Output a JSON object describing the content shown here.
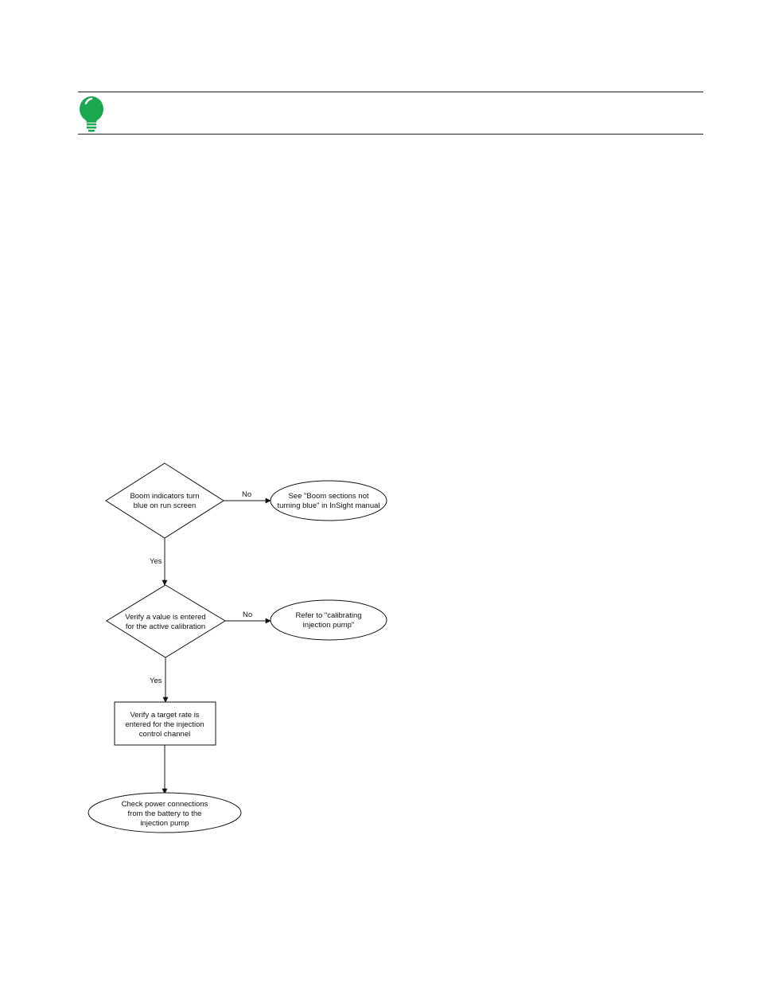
{
  "tip": {
    "icon": "lightbulb-icon",
    "icon_color": "#1aa84f"
  },
  "flowchart": {
    "decision1": {
      "lines": [
        "Boom indicators turn",
        "blue on run screen"
      ]
    },
    "outcome1": {
      "lines": [
        "See \"Boom sections not",
        "turning blue\" in InSight manual"
      ]
    },
    "decision2": {
      "lines": [
        "Verify a value is entered",
        "for the active calibration"
      ]
    },
    "outcome2": {
      "lines": [
        "Refer to \"calibrating",
        "injection pump\""
      ]
    },
    "process1": {
      "lines": [
        "Verify a target rate is",
        "entered for the injection",
        "control channel"
      ]
    },
    "terminal": {
      "lines": [
        "Check power connections",
        "from the battery to the",
        "injection pump"
      ]
    },
    "labels": {
      "no1": "No",
      "yes1": "Yes",
      "no2": "No",
      "yes2": "Yes"
    }
  }
}
